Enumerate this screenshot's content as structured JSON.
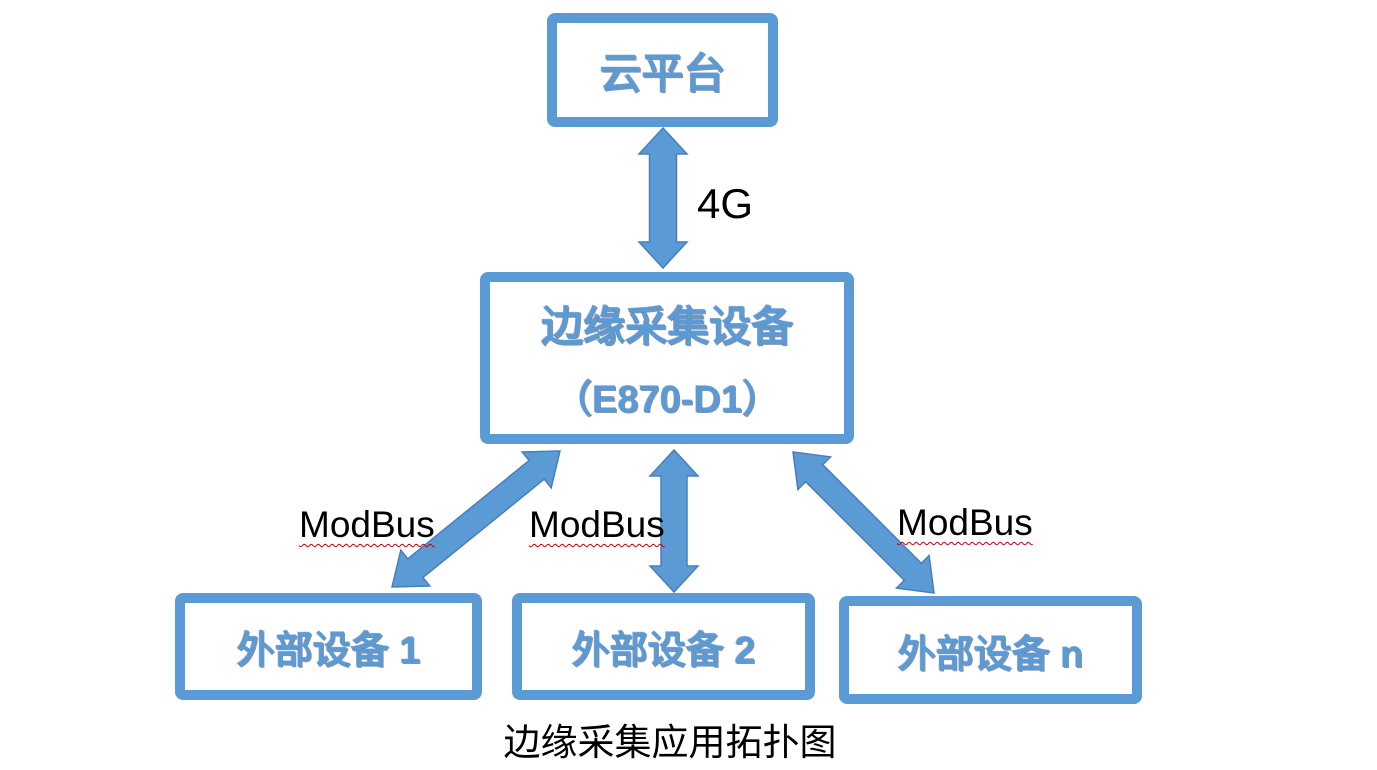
{
  "diagram": {
    "title": "边缘采集应用拓扑图",
    "nodes": [
      {
        "id": "cloud-platform",
        "label": "云平台"
      },
      {
        "id": "edge-collector",
        "label": "边缘采集设备",
        "sublabel": "（E870-D1）"
      },
      {
        "id": "external-device-1",
        "label": "外部设备 1"
      },
      {
        "id": "external-device-2",
        "label": "外部设备 2"
      },
      {
        "id": "external-device-n",
        "label": "外部设备 n"
      }
    ],
    "edges": [
      {
        "id": "cloud-to-edge",
        "label": "4G",
        "type": "double-arrow"
      },
      {
        "id": "edge-to-device-1",
        "label": "ModBus",
        "type": "double-arrow"
      },
      {
        "id": "edge-to-device-2",
        "label": "ModBus",
        "type": "double-arrow"
      },
      {
        "id": "edge-to-device-n",
        "label": "ModBus",
        "type": "double-arrow"
      }
    ],
    "colors": {
      "shape_blue": "#5B9BD5",
      "shape_outline": "#4A7EBB",
      "label_black": "#000000",
      "spellcheck_red": "#C00000",
      "background": "#FFFFFF"
    }
  }
}
